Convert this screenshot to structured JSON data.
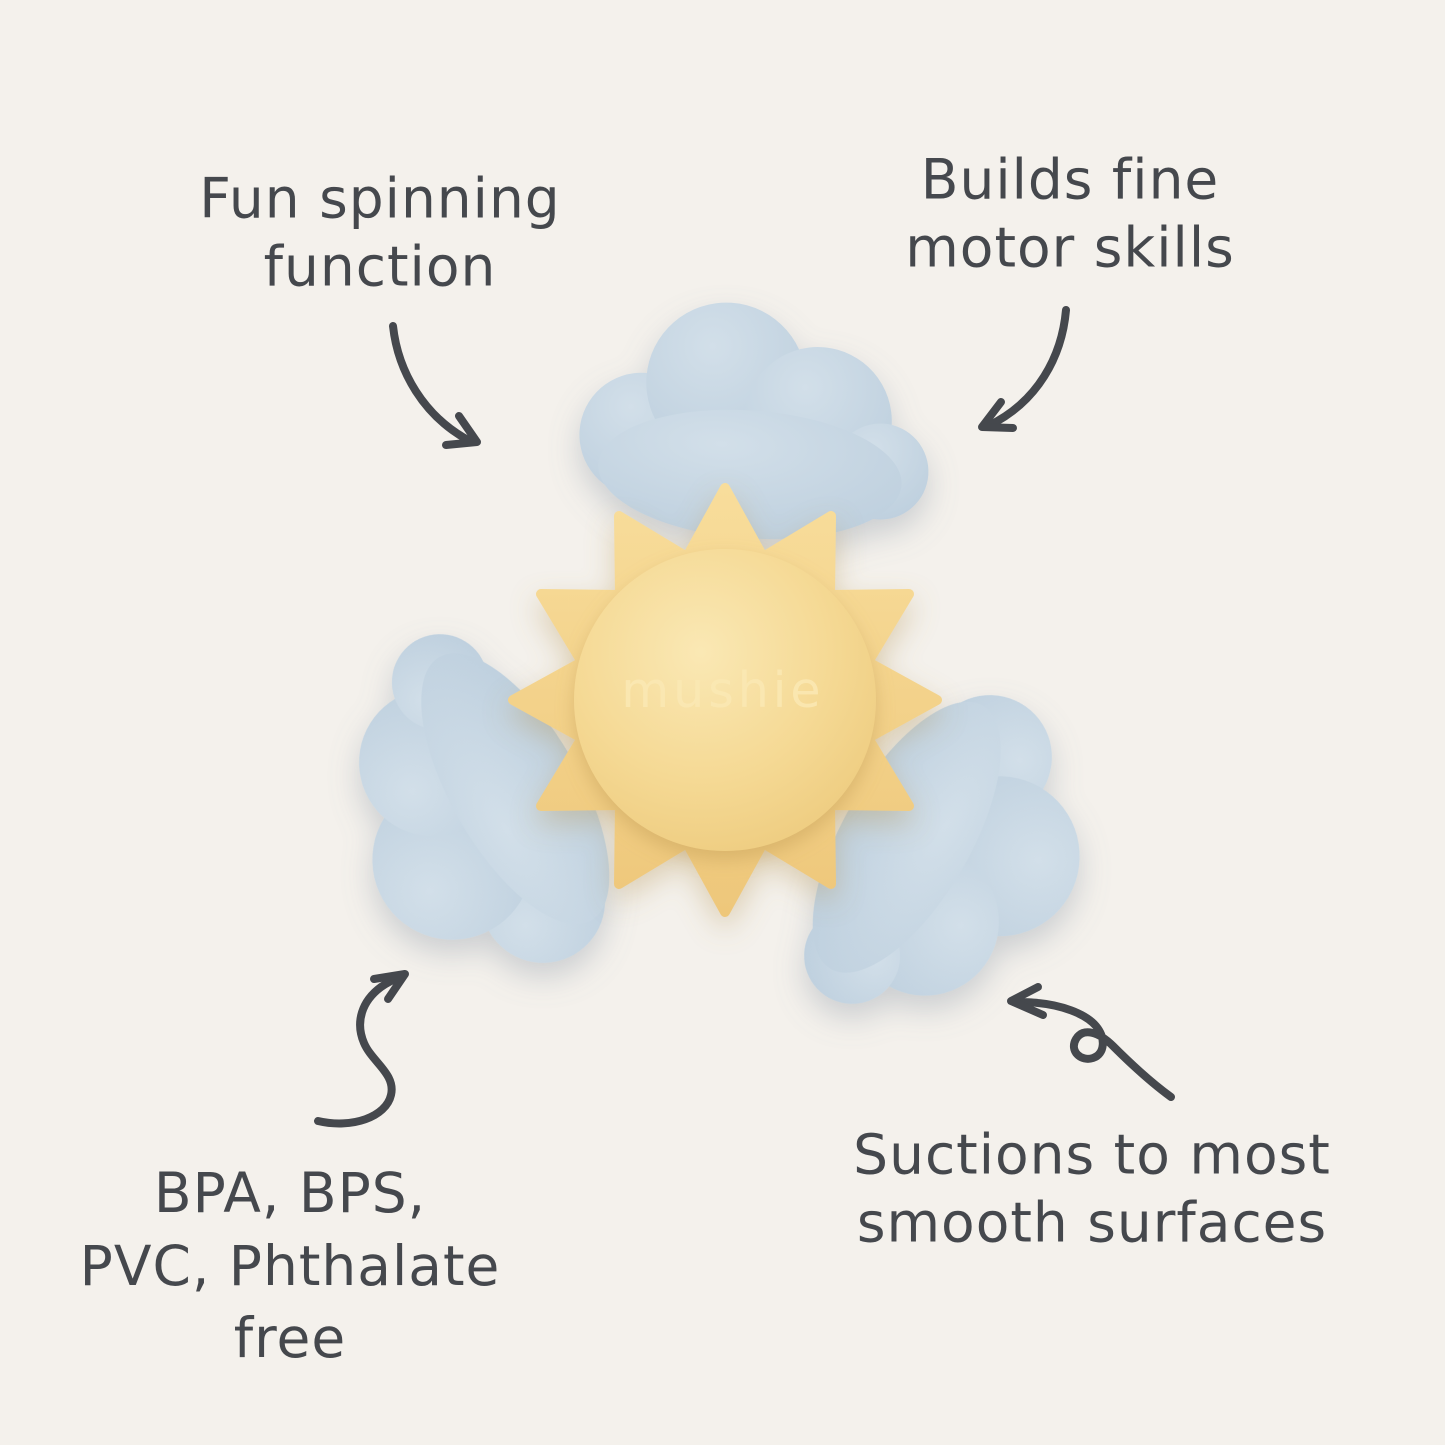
{
  "colors": {
    "background": "#f4f1ec",
    "ink": "#45484d",
    "sun_ray_yellow": "#f6d88e",
    "sun_dome_yellow": "#f3d58d",
    "cloud_blue": "#c6d6e3"
  },
  "product": {
    "name": "suction spinner toy - sun and clouds",
    "brand_logo": "mushie"
  },
  "annotations": [
    {
      "id": "fun-spinning",
      "lines": [
        "Fun spinning",
        "function"
      ]
    },
    {
      "id": "fine-motor",
      "lines": [
        "Builds fine",
        "motor skills"
      ]
    },
    {
      "id": "bpa-free",
      "lines": [
        "BPA, BPS,",
        "PVC, Phthalate",
        "free"
      ]
    },
    {
      "id": "suction",
      "lines": [
        "Suctions to most",
        "smooth surfaces"
      ]
    }
  ]
}
